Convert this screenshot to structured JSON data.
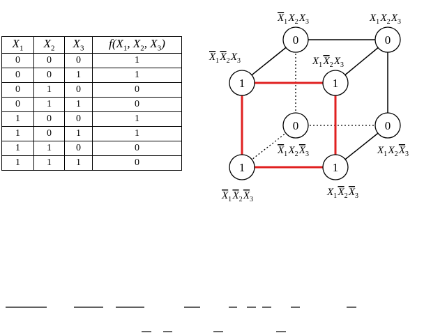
{
  "truth_table": {
    "headers": [
      "X1",
      "X2",
      "X3",
      "f(X1, X2, X3)"
    ],
    "rows": [
      [
        "0",
        "0",
        "0",
        "1"
      ],
      [
        "0",
        "0",
        "1",
        "1"
      ],
      [
        "0",
        "1",
        "0",
        "0"
      ],
      [
        "0",
        "1",
        "1",
        "0"
      ],
      [
        "1",
        "0",
        "0",
        "1"
      ],
      [
        "1",
        "0",
        "1",
        "1"
      ],
      [
        "1",
        "1",
        "0",
        "0"
      ],
      [
        "1",
        "1",
        "1",
        "0"
      ]
    ]
  },
  "cube": {
    "nodes": {
      "back_top_left": {
        "value": "0",
        "label": "X̄1X2X3"
      },
      "back_top_right": {
        "value": "0",
        "label": "X1X2X3"
      },
      "front_top_left": {
        "value": "1",
        "label": "X̄1X̄2X3"
      },
      "front_top_right": {
        "value": "1",
        "label": "X1X̄2X3"
      },
      "back_bottom_left": {
        "value": "0",
        "label": "X̄1X2X̄3"
      },
      "back_bottom_right": {
        "value": "0",
        "label": "X1X2X̄3"
      },
      "front_bottom_left": {
        "value": "1",
        "label": "X̄1X̄2X̄3"
      },
      "front_bottom_right": {
        "value": "1",
        "label": "X1X̄2X̄3"
      }
    },
    "highlight_color": "#e02020"
  }
}
